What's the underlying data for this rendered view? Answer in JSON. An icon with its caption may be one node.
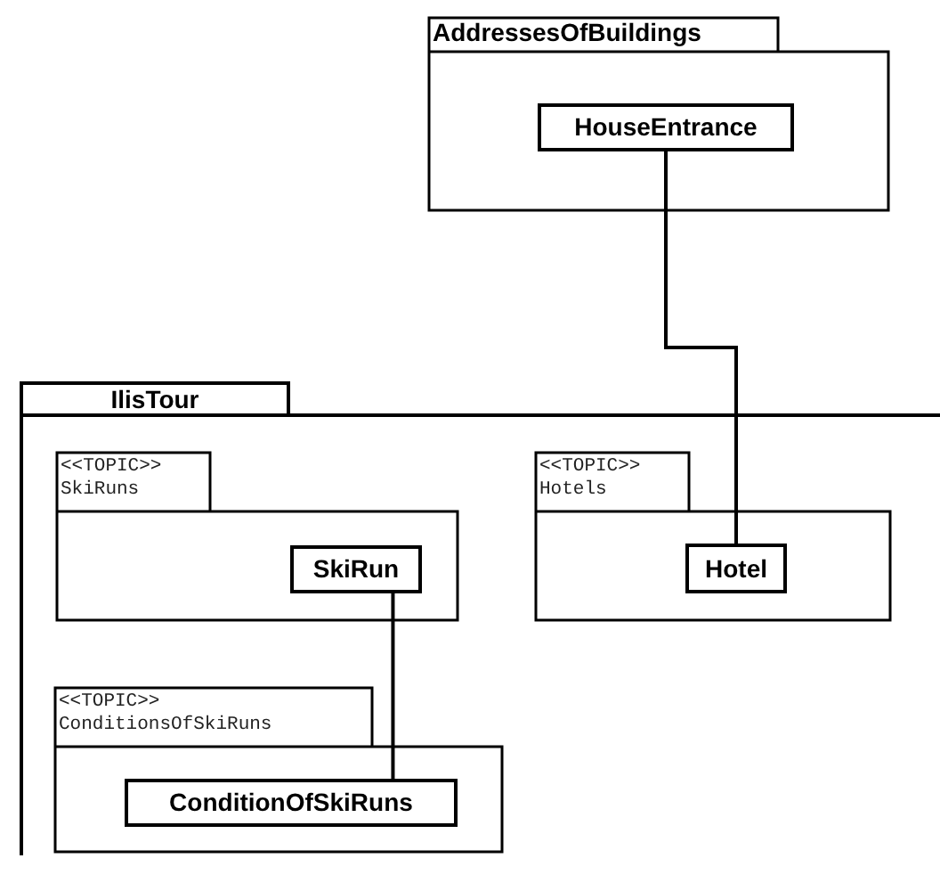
{
  "diagram": {
    "nodes": [
      {
        "text": [
          "AddressesOfBuildings"
        ]
      },
      {
        "text": [
          "HouseEntrance"
        ],
        "in": 0
      },
      {
        "text": [
          "IlisTour"
        ]
      },
      {
        "text": [
          "<<TOPIC>>",
          "SkiRuns"
        ],
        "in": 2
      },
      {
        "text": [
          "SkiRun"
        ],
        "in": 3
      },
      {
        "text": [
          "<<TOPIC>>",
          "Hotels"
        ],
        "in": 2
      },
      {
        "text": [
          "Hotel"
        ],
        "in": 5
      },
      {
        "text": [
          "<<TOPIC>>",
          "ConditionsOfSkiRuns"
        ],
        "in": 2
      },
      {
        "text": [
          "ConditionOfSkiRuns"
        ],
        "in": 7
      }
    ],
    "edges": [
      {
        "from": 1,
        "to": 6,
        "arrow": "none"
      },
      {
        "from": 4,
        "to": 8,
        "arrow": "none"
      }
    ]
  }
}
